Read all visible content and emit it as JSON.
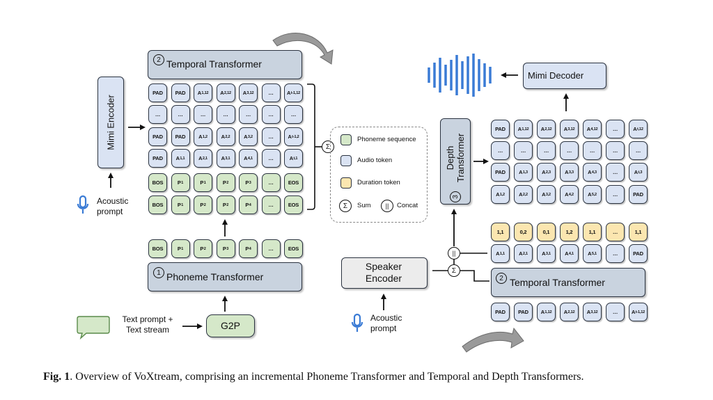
{
  "left": {
    "temporal_label": "Temporal Transformer",
    "temporal_num": "2",
    "phoneme_label": "Phoneme Transformer",
    "phoneme_num": "1",
    "mimi_encoder_label": "Mimi Encoder",
    "acoustic_prompt": "Acoustic prompt",
    "text_prompt": "Text prompt + Text stream",
    "g2p_label": "G2P",
    "grid_rows": [
      {
        "type": "audio",
        "tokens": [
          "PAD",
          "PAD",
          "A|1,12",
          "A|2,12",
          "A|3,12",
          "…",
          "A|t-1,12"
        ]
      },
      {
        "type": "audio",
        "tokens": [
          "…",
          "…",
          "…",
          "…",
          "…",
          "…",
          "…"
        ]
      },
      {
        "type": "audio",
        "tokens": [
          "PAD",
          "PAD",
          "A|1,2",
          "A|2,2",
          "A|3,2",
          "…",
          "A|t-1,2"
        ]
      },
      {
        "type": "audio",
        "tokens": [
          "PAD",
          "A|1,1",
          "A|2,1",
          "A|3,1",
          "A|4,1",
          "…",
          "A|t,1"
        ]
      },
      {
        "type": "phon",
        "tokens": [
          "BOS",
          "P|1",
          "P|1",
          "P|2",
          "P|3",
          "…",
          "EOS"
        ]
      },
      {
        "type": "phon",
        "tokens": [
          "BOS",
          "P|1",
          "P|2",
          "P|2",
          "P|4",
          "…",
          "EOS"
        ]
      }
    ],
    "phoneme_input": [
      "BOS",
      "P|1",
      "P|2",
      "P|3",
      "P|4",
      "…",
      "EOS"
    ]
  },
  "legend": {
    "phoneme": "Phoneme sequence",
    "audio": "Audio token",
    "duration": "Duration token",
    "sum": "Sum",
    "concat": "Concat",
    "sum_symbol": "Σ",
    "concat_symbol": "||"
  },
  "right": {
    "mimi_decoder_label": "Mimi Decoder",
    "depth_label": "Depth Transformer",
    "depth_num": "3",
    "temporal_label": "Temporal Transformer",
    "temporal_num": "2",
    "speaker_encoder_label": "Speaker Encoder",
    "acoustic_prompt": "Acoustic prompt",
    "output_rows": [
      {
        "type": "audio",
        "tokens": [
          "PAD",
          "A|1,12",
          "A|2,12",
          "A|3,12",
          "A|4,12",
          "…",
          "A|t,12"
        ]
      },
      {
        "type": "audio",
        "tokens": [
          "…",
          "…",
          "…",
          "…",
          "…",
          "…",
          "…"
        ]
      },
      {
        "type": "audio",
        "tokens": [
          "PAD",
          "A|1,3",
          "A|2,3",
          "A|3,3",
          "A|4,3",
          "…",
          "A|t,3"
        ]
      },
      {
        "type": "audio",
        "tokens": [
          "A|1,2",
          "A|2,2",
          "A|3,2",
          "A|4,2",
          "A|5,2",
          "…",
          "PAD"
        ]
      }
    ],
    "duration_row": [
      "1,1",
      "0,2",
      "0,1",
      "1,2",
      "1,1",
      "…",
      "1,1"
    ],
    "audio_row": [
      "A|1,1",
      "A|2,1",
      "A|3,1",
      "A|4,1",
      "A|5,1",
      "…",
      "PAD"
    ],
    "temporal_input_row": [
      "PAD",
      "PAD",
      "A|1,12",
      "A|2,12",
      "A|3,12",
      "…",
      "A|t-1,12"
    ]
  },
  "caption": {
    "bold": "Fig. 1",
    "text": ". Overview of VoXtream, comprising an incremental Phoneme Transformer and Temporal and Depth Transformers."
  },
  "colors": {
    "audio_fill": "#dae3f3",
    "phoneme_fill": "#d5e8c9",
    "duration_fill": "#fbe6b0",
    "transformer_fill": "#c9d3df",
    "flame": "#e8672a",
    "snowflake": "#3a7bd5",
    "microphone": "#3a7bd5"
  }
}
